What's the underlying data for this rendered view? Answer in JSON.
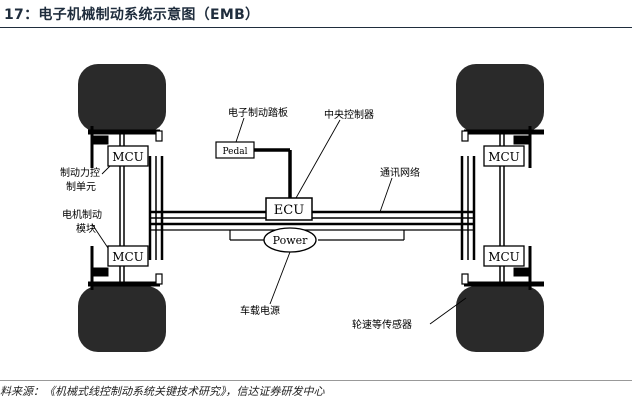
{
  "title": "17：电子机械制动系统示意图（EMB）",
  "source": "料来源：《机械式线控制动系统关键技术研究》，信达证券研发中心",
  "diagram": {
    "nodes": {
      "mcu": "MCU",
      "ecu": "ECU",
      "power": "Power",
      "pedal": "Pedal"
    },
    "labels": {
      "pedal_label": "电子制动踏板",
      "ecu_label": "中央控制器",
      "network_label": "通讯网络",
      "power_label": "车载电源",
      "control_unit_line1": "制动力控",
      "control_unit_line2": "制单元",
      "motor_module_line1": "电机制动",
      "motor_module_line2": "模块",
      "sensor_label": "轮速等传感器"
    },
    "colors": {
      "tire": "#2a2a2a",
      "line": "#000000",
      "box_fill": "#ffffff",
      "title": "#1f2d3d"
    }
  }
}
